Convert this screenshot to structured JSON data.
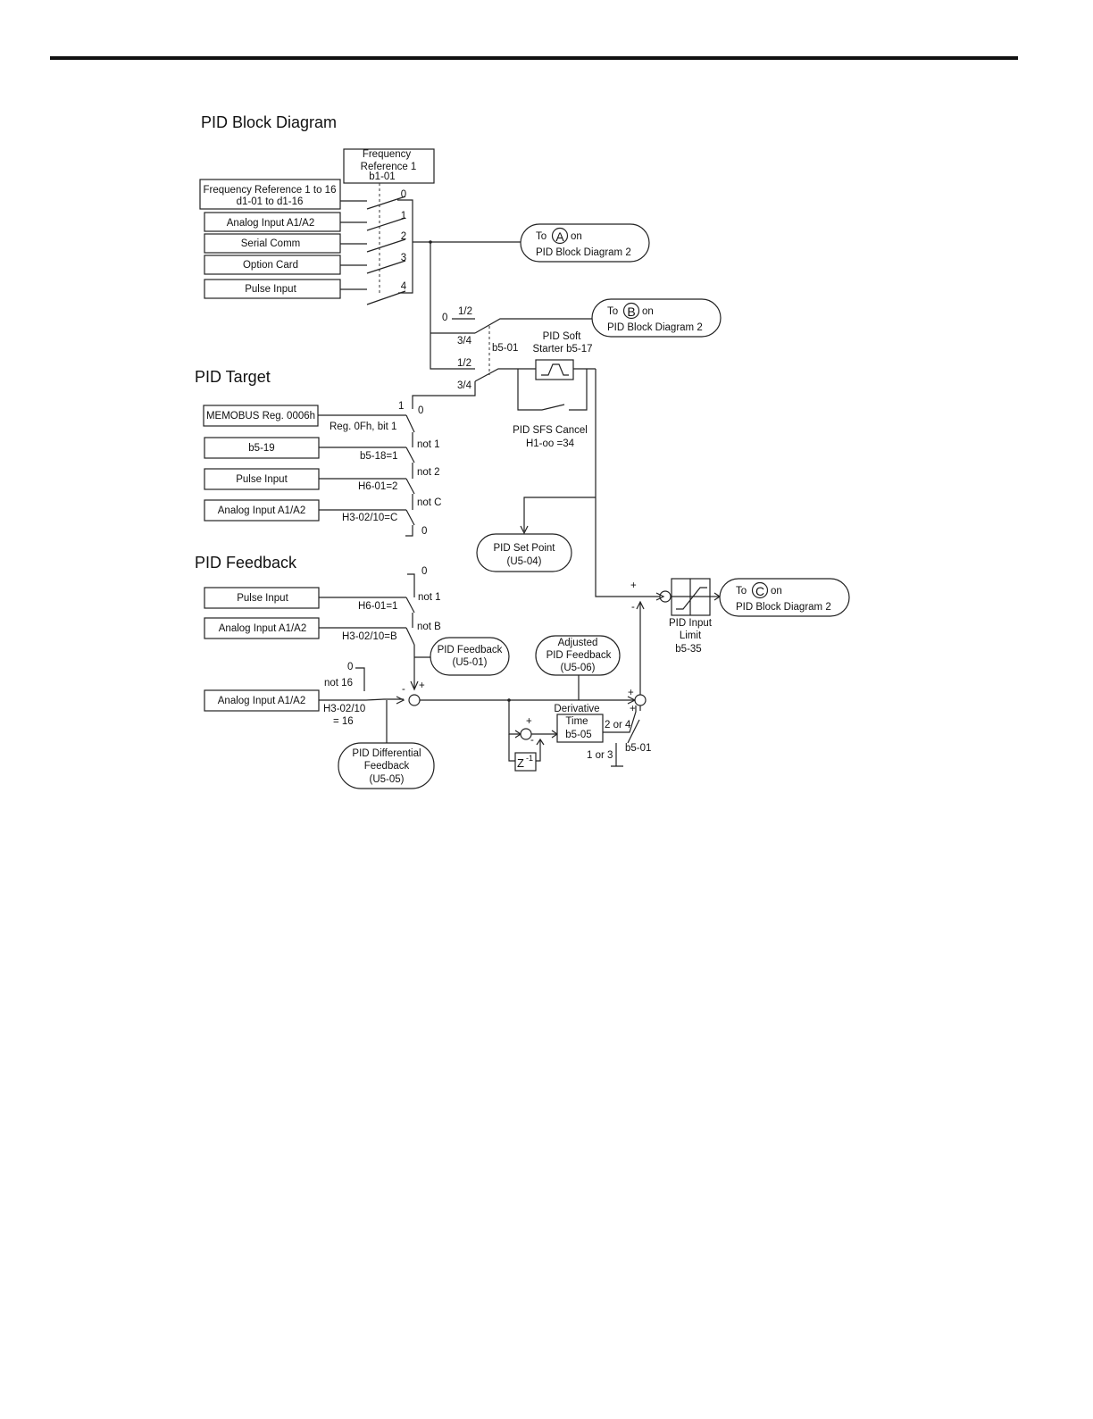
{
  "titles": {
    "block_diagram": "PID Block Diagram",
    "target": "PID Target",
    "feedback": "PID Feedback"
  },
  "freq_ref_box": {
    "line1": "Frequency",
    "line2": "Reference 1",
    "line3": "b1-01"
  },
  "sources": {
    "freq_ref_1_16": {
      "line1": "Frequency Reference 1 to 16",
      "line2": "d1-01 to d1-16"
    },
    "analog_input": "Analog Input A1/A2",
    "serial_comm": "Serial Comm",
    "option_card": "Option Card",
    "pulse_input": "Pulse Input"
  },
  "selector_positions": [
    "0",
    "1",
    "2",
    "3",
    "4"
  ],
  "connectors": {
    "a": {
      "prefix": "To",
      "letter": "A",
      "suffix": "on",
      "line2": "PID Block Diagram 2"
    },
    "b": {
      "prefix": "To",
      "letter": "B",
      "suffix": "on",
      "line2": "PID Block Diagram 2"
    },
    "c": {
      "prefix": "To",
      "letter": "C",
      "suffix": "on",
      "line2": "PID Block Diagram 2"
    }
  },
  "b501_switch": {
    "zero": "0",
    "half_upper": "1/2",
    "three_quarter_upper": "3/4",
    "label": "b5-01",
    "half_lower": "1/2",
    "three_quarter_lower": "3/4"
  },
  "soft_starter": {
    "line1": "PID Soft",
    "line2": "Starter b5-17"
  },
  "sfs_cancel": {
    "line1": "PID SFS Cancel",
    "line2": "H1-oo  =34"
  },
  "target": {
    "memobus": "MEMOBUS Reg. 0006h",
    "b519": "b5-19",
    "pulse_input": "Pulse Input",
    "analog_input": "Analog Input A1/A2",
    "cond_memobus": "Reg. 0Fh, bit 1",
    "cond_b518": "b5-18=1",
    "cond_h601": "H6-01=2",
    "cond_h302": "H3-02/10=C",
    "pos_1": "1",
    "pos_0_upper": "0",
    "pos_not1": "not 1",
    "pos_not2": "not 2",
    "pos_notc": "not C",
    "pos_0_lower": "0"
  },
  "setpoint": {
    "line1": "PID Set Point",
    "line2": "(U5-04)"
  },
  "feedback": {
    "pulse_input": "Pulse Input",
    "analog_input": "Analog Input A1/A2",
    "cond_h601": "H6-01=1",
    "cond_h302": "H3-02/10=B",
    "pos_0": "0",
    "pos_not1": "not 1",
    "pos_notb": "not B",
    "pid_feedback": {
      "line1": "PID Feedback",
      "line2": "(U5-01)"
    },
    "adjusted": {
      "line1": "Adjusted",
      "line2": "PID Feedback",
      "line3": "(U5-06)"
    }
  },
  "differential": {
    "analog_input": "Analog Input A1/A2",
    "pos_0": "0",
    "pos_not16": "not 16",
    "cond_line1": "H3-02/10",
    "cond_line2": "= 16",
    "oval": {
      "line1": "PID Differential",
      "line2": "Feedback",
      "line3": "(U5-05)"
    }
  },
  "derivative": {
    "label": "Derivative",
    "box_line1": "Time",
    "box_line2": "b5-05",
    "pos_2or4": "2 or 4",
    "pos_1or3": "1 or 3",
    "switch_label": "b5-01",
    "delay": "Z",
    "delay_exp": "-1"
  },
  "input_limit": {
    "line1": "PID Input",
    "line2": "Limit",
    "line3": "b5-35"
  },
  "signs": {
    "plus": "+",
    "minus": "-"
  }
}
